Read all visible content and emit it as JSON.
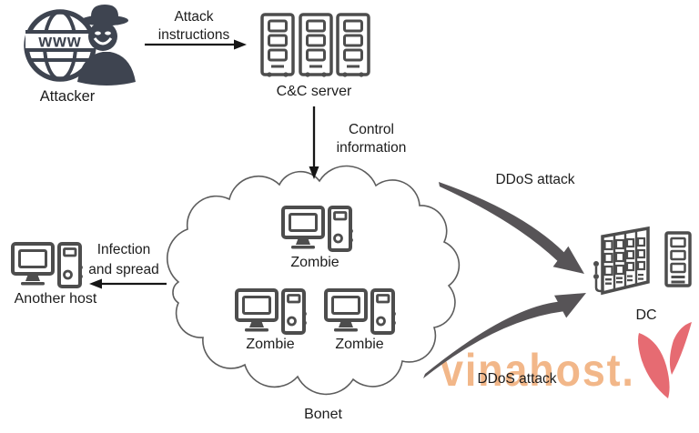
{
  "nodes": {
    "attacker": {
      "label": "Attacker",
      "icon": "globe-www-hacker-icon"
    },
    "cc_server": {
      "label": "C&C server",
      "icon": "server-rack-icon",
      "icon_count": 3
    },
    "botnet_cloud": {
      "label": "Bonet",
      "shape": "cloud"
    },
    "zombies": [
      {
        "label": "Zombie",
        "icon": "desktop-computer-icon"
      },
      {
        "label": "Zombie",
        "icon": "desktop-computer-icon"
      },
      {
        "label": "Zombie",
        "icon": "desktop-computer-icon"
      }
    ],
    "another_host": {
      "label": "Another host",
      "icon": "desktop-computer-icon"
    },
    "dc": {
      "label": "DC",
      "icon": "data-center-icon"
    }
  },
  "edges": {
    "attack_instructions": {
      "label": "Attack instructions"
    },
    "control_information": {
      "label": "Control information"
    },
    "infection": {
      "label": "Infection and spread"
    },
    "ddos_top": {
      "label": "DDoS attack"
    },
    "ddos_bottom": {
      "label": "DDoS attack"
    }
  },
  "icons": {
    "attacker_globe_text": "www"
  },
  "watermark": {
    "text": "vinahost.",
    "logo": "v-checkmark-logo",
    "text_color": "#ee9c5d",
    "logo_color": "#e2575f"
  },
  "colors": {
    "background": "#ffffff",
    "icon_stroke": "#4d4d4d",
    "attacker_fill": "#3e4450",
    "arrow": "#161616",
    "swoosh_arrow": "#575457",
    "cloud_stroke": "#5d5d5d",
    "label_text": "#1d1d1d"
  }
}
